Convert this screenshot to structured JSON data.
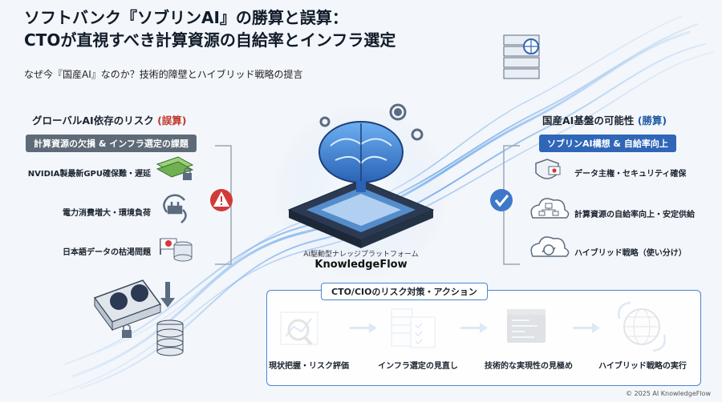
{
  "header": {
    "title_line1": "ソフトバンク『ソブリンAI』の勝算と誤算：",
    "title_line2": "CTOが直視すべき計算資源の自給率とインフラ選定",
    "subtitle": "なぜ今『国産AI』なのか？技術的障壁とハイブリッド戦略の提言"
  },
  "left_panel": {
    "heading": "グローバルAI依存のリスク",
    "heading_accent": "(誤算)",
    "sub_pill": "計算資源の欠損 & インフラ選定の課題",
    "items": [
      {
        "label": "NVIDIA製最新GPU確保難・遅延",
        "icon": "gpu-lock-icon"
      },
      {
        "label": "電力消費増大・環境負荷",
        "icon": "power-plug-icon"
      },
      {
        "label": "日本語データの枯渇問題",
        "icon": "japan-flag-database-icon"
      }
    ],
    "warning_icon": "warning-icon"
  },
  "right_panel": {
    "heading": "国産AI基盤の可能性",
    "heading_accent": "(勝算)",
    "sub_pill": "ソブリンAI構想 & 自給率向上",
    "items": [
      {
        "label": "データ主権・セキュリティ確保",
        "icon": "shield-japan-icon"
      },
      {
        "label": "計算資源の自給率向上・安定供給",
        "icon": "cloud-network-icon"
      },
      {
        "label": "ハイブリッド戦略（使い分け）",
        "icon": "hybrid-cloud-icon"
      }
    ],
    "check_icon": "check-icon"
  },
  "center": {
    "caption": "AI駆動型ナレッジプラットフォーム",
    "name": "KnowledgeFlow"
  },
  "actions": {
    "title": "CTO/CIOのリスク対策・アクション",
    "steps": [
      {
        "label": "現状把握・リスク評価",
        "icon": "magnifier-chart-icon"
      },
      {
        "label": "インフラ選定の見直し",
        "icon": "server-checklist-icon"
      },
      {
        "label": "技術的な実現性の見極め",
        "icon": "code-window-icon"
      },
      {
        "label": "ハイブリッド戦略の実行",
        "icon": "globe-sync-icon"
      }
    ]
  },
  "footer": {
    "copyright": "© 2025 AI KnowledgeFlow"
  },
  "colors": {
    "accent_red": "#c0392b",
    "accent_blue": "#2f66b8",
    "stream": "#5aa0e8",
    "warning": "#d23a3a"
  }
}
